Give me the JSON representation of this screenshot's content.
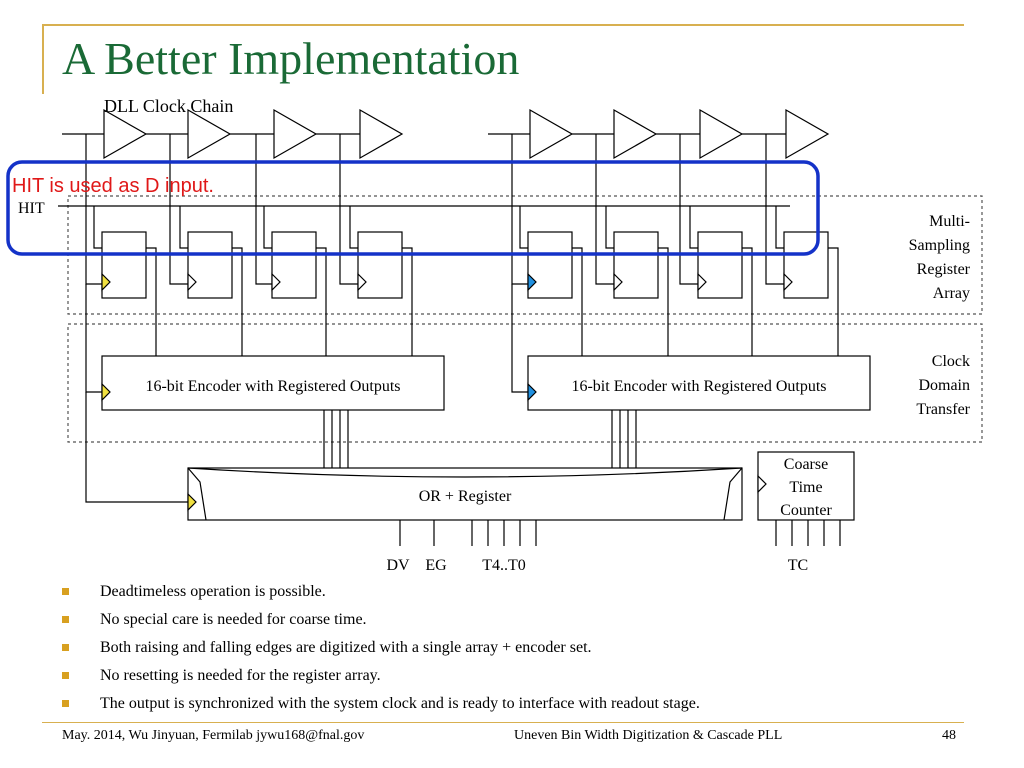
{
  "slide": {
    "title": "A Better Implementation",
    "page_number": "48"
  },
  "diagram": {
    "dll_label": "DLL Clock Chain",
    "hit_label": "HIT",
    "callout_text": "HIT is used as D input.",
    "region_labels": {
      "register_array": [
        "Multi-",
        "Sampling",
        "Register",
        "Array"
      ],
      "clock_domain": [
        "Clock",
        "Domain",
        "Transfer"
      ]
    },
    "encoder_left_label": "16-bit Encoder with Registered Outputs",
    "encoder_right_label": "16-bit Encoder with Registered Outputs",
    "or_register_label": "OR + Register",
    "coarse_counter_label": [
      "Coarse",
      "Time",
      "Counter"
    ],
    "output_labels": {
      "dv": "DV",
      "eg": "EG",
      "t": "T4..T0",
      "tc": "TC"
    },
    "colors": {
      "callout_border": "#1432c8",
      "callout_text": "#e01818",
      "left_clock_marker": "#f0e040",
      "right_clock_marker": "#2090e0"
    }
  },
  "bullets": [
    "Deadtimeless operation is possible.",
    "No special care is needed for coarse time.",
    "Both raising and falling edges are digitized with a single array + encoder set.",
    "No resetting is needed for the register array.",
    "The output is synchronized with the system clock and is ready to interface with readout stage."
  ],
  "footer": {
    "left": "May. 2014, Wu Jinyuan, Fermilab jywu168@fnal.gov",
    "center": "Uneven Bin Width Digitization & Cascade PLL"
  }
}
